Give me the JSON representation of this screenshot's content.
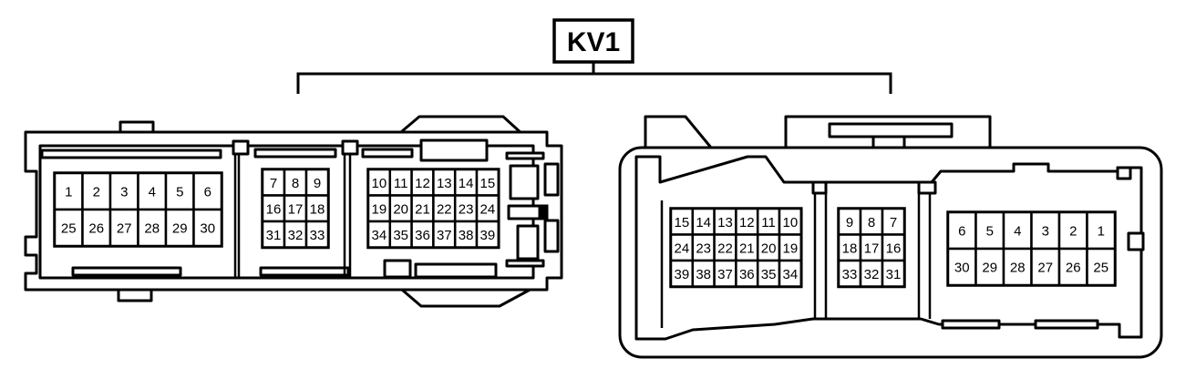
{
  "title": "KV1",
  "colors": {
    "line": "#000000",
    "background": "#ffffff"
  },
  "left_connector": {
    "block_a": {
      "rows": [
        [
          "1",
          "2",
          "3",
          "4",
          "5",
          "6"
        ],
        [
          "25",
          "26",
          "27",
          "28",
          "29",
          "30"
        ]
      ]
    },
    "block_b": {
      "rows": [
        [
          "7",
          "8",
          "9"
        ],
        [
          "16",
          "17",
          "18"
        ],
        [
          "31",
          "32",
          "33"
        ]
      ]
    },
    "block_c": {
      "rows": [
        [
          "10",
          "11",
          "12",
          "13",
          "14",
          "15"
        ],
        [
          "19",
          "20",
          "21",
          "22",
          "23",
          "24"
        ],
        [
          "34",
          "35",
          "36",
          "37",
          "38",
          "39"
        ]
      ]
    }
  },
  "right_connector": {
    "block_a": {
      "rows": [
        [
          "15",
          "14",
          "13",
          "12",
          "11",
          "10"
        ],
        [
          "24",
          "23",
          "22",
          "21",
          "20",
          "19"
        ],
        [
          "39",
          "38",
          "37",
          "36",
          "35",
          "34"
        ]
      ]
    },
    "block_b": {
      "rows": [
        [
          "9",
          "8",
          "7"
        ],
        [
          "18",
          "17",
          "16"
        ],
        [
          "33",
          "32",
          "31"
        ]
      ]
    },
    "block_c": {
      "rows": [
        [
          "6",
          "5",
          "4",
          "3",
          "2",
          "1"
        ],
        [
          "30",
          "29",
          "28",
          "27",
          "26",
          "25"
        ]
      ]
    }
  }
}
